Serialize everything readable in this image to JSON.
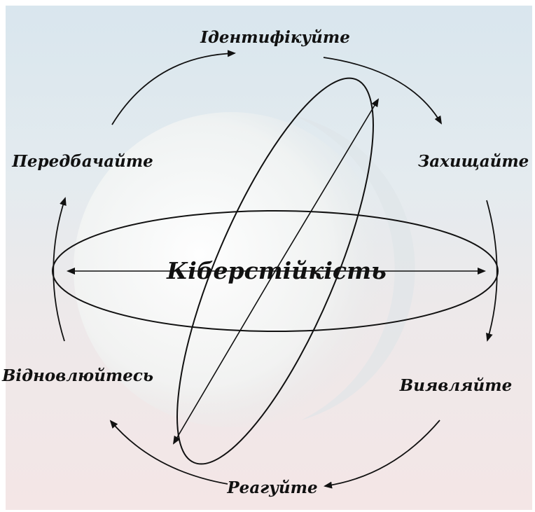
{
  "center_label": "Кіберстійкість",
  "stages": {
    "identify": "Ідентифікуйте",
    "protect": "Захищайте",
    "detect": "Виявляйте",
    "respond": "Реагуйте",
    "recover": "Відновлюйтесь",
    "anticipate": "Передбачайте"
  },
  "colors": {
    "ink": "#111111",
    "sky_top": "#d9e6ee",
    "sky_bottom": "#f4e6e6",
    "moon": "#f7f8f7"
  },
  "background_image": "moon-in-sky"
}
